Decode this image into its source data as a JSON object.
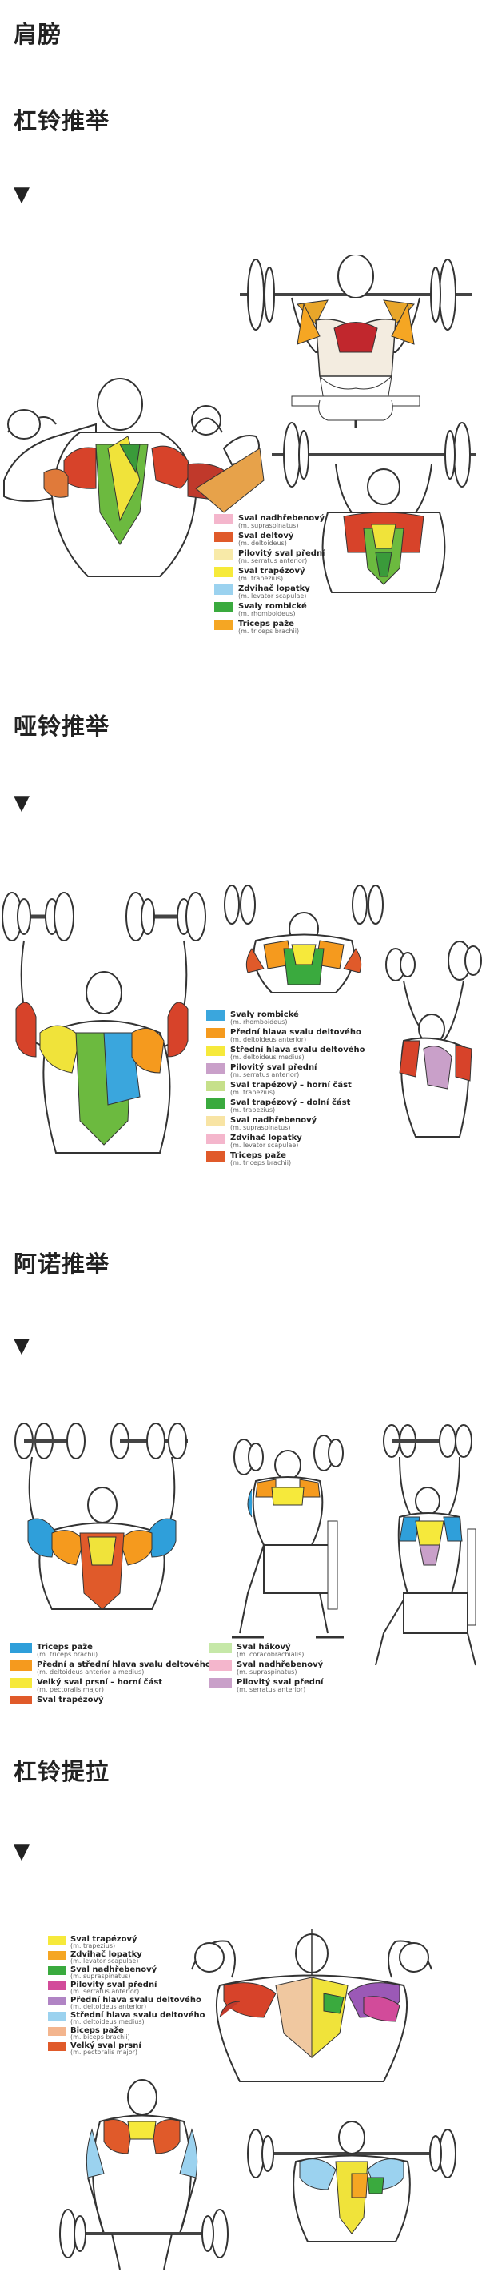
{
  "title": "肩膀",
  "sections": [
    {
      "heading": "杠铃推举",
      "marker": "▼",
      "legend": [
        {
          "color": "#f4b6cc",
          "name": "Sval nadhřebenový",
          "latin": "(m. supraspinatus)"
        },
        {
          "color": "#e05a2a",
          "name": "Sval deltový",
          "latin": "(m. deltoideus)"
        },
        {
          "color": "#f8eaa8",
          "name": "Pilovitý sval přední",
          "latin": "(m. serratus anterior)"
        },
        {
          "color": "#f6ea3a",
          "name": "Sval trapézový",
          "latin": "(m. trapezius)"
        },
        {
          "color": "#9bd2ef",
          "name": "Zdvihač lopatky",
          "latin": "(m. levator scapulae)"
        },
        {
          "color": "#3aaa3e",
          "name": "Svaly rombické",
          "latin": "(m. rhomboideus)"
        },
        {
          "color": "#f5a623",
          "name": "Triceps paže",
          "latin": "(m. triceps brachii)"
        }
      ]
    },
    {
      "heading": "哑铃推举",
      "marker": "▼",
      "legend": [
        {
          "color": "#3aa6dd",
          "name": "Svaly rombické",
          "latin": "(m. rhomboideus)"
        },
        {
          "color": "#f59a1e",
          "name": "Přední hlava svalu deltového",
          "latin": "(m. deltoideus anterior)"
        },
        {
          "color": "#f6e93b",
          "name": "Střední hlava svalu deltového",
          "latin": "(m. deltoideus medius)"
        },
        {
          "color": "#c9a0c9",
          "name": "Pilovitý sval přední",
          "latin": "(m. serratus anterior)"
        },
        {
          "color": "#c6e08a",
          "name": "Sval trapézový – horní část",
          "latin": "(m. trapezius)"
        },
        {
          "color": "#3aaa3e",
          "name": "Sval trapézový – dolní část",
          "latin": "(m. trapezius)"
        },
        {
          "color": "#f8e4a4",
          "name": "Sval nadhřebenový",
          "latin": "(m. supraspinatus)"
        },
        {
          "color": "#f4b6cc",
          "name": "Zdvihač lopatky",
          "latin": "(m. levator scapulae)"
        },
        {
          "color": "#e05a2a",
          "name": "Triceps paže",
          "latin": "(m. triceps brachii)"
        }
      ]
    },
    {
      "heading": "阿诺推举",
      "marker": "▼",
      "legend_left": [
        {
          "color": "#2f9fda",
          "name": "Triceps paže",
          "latin": "(m. triceps brachii)"
        },
        {
          "color": "#f59a1e",
          "name": "Přední a střední hlava svalu deltového",
          "latin": "(m. deltoideus anterior a medius)"
        },
        {
          "color": "#f6e93b",
          "name": "Velký sval prsní – horní část",
          "latin": "(m. pectoralis major)"
        },
        {
          "color": "#e05a2a",
          "name": "Sval trapézový",
          "latin": "(m. trapezius)"
        }
      ],
      "legend_right": [
        {
          "color": "#c6e8a8",
          "name": "Sval hákový",
          "latin": "(m. coracobrachialis)"
        },
        {
          "color": "#f4b6cc",
          "name": "Sval nadhřebenový",
          "latin": "(m. supraspinatus)"
        },
        {
          "color": "#c9a0c9",
          "name": "Pilovitý sval přední",
          "latin": "(m. serratus anterior)"
        }
      ]
    },
    {
      "heading": "杠铃提拉",
      "marker": "▼",
      "legend": [
        {
          "color": "#f6e93b",
          "name": "Sval trapézový",
          "latin": "(m. trapezius)"
        },
        {
          "color": "#f5a623",
          "name": "Zdvihač lopatky",
          "latin": "(m. levator scapulae)"
        },
        {
          "color": "#3aaa3e",
          "name": "Sval nadhřebenový",
          "latin": "(m. supraspinatus)"
        },
        {
          "color": "#d24b9a",
          "name": "Pilovitý sval přední",
          "latin": "(m. serratus anterior)"
        },
        {
          "color": "#b084c4",
          "name": "Přední hlava svalu deltového",
          "latin": "(m. deltoideus anterior)"
        },
        {
          "color": "#9bd2ef",
          "name": "Střední hlava svalu deltového",
          "latin": "(m. deltoideus medius)"
        },
        {
          "color": "#f3b58e",
          "name": "Biceps paže",
          "latin": "(m. biceps brachii)"
        },
        {
          "color": "#e05a2a",
          "name": "Velký sval prsní",
          "latin": "(m. pectoralis major)"
        }
      ]
    }
  ]
}
